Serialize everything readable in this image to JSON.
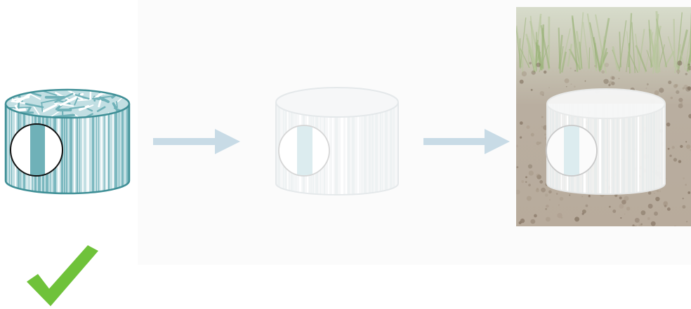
{
  "diagram": {
    "stages": [
      {
        "id": "stage-1",
        "state": "intact"
      },
      {
        "id": "stage-2",
        "state": "faded"
      },
      {
        "id": "stage-3",
        "state": "buried-in-soil"
      }
    ],
    "arrows": 2,
    "checkmark": true
  },
  "colors": {
    "teal_outline": "#3f8f96",
    "teal_fill": "#c2dfe3",
    "teal_stripe_dark": "#6fb1b8",
    "faded_outline": "#e4e8ea",
    "faded_stripe": "#eef2f3",
    "arrow": "#c8dbe6",
    "panel_bg": "#fbfbfb",
    "soil_dark": "#6f5d4b",
    "grass": "#9bb47a",
    "check_green": "#6fc23a",
    "window_strip": "#dcecef"
  },
  "icons": {
    "checkmark": "check-icon",
    "arrow": "right-arrow-icon"
  }
}
